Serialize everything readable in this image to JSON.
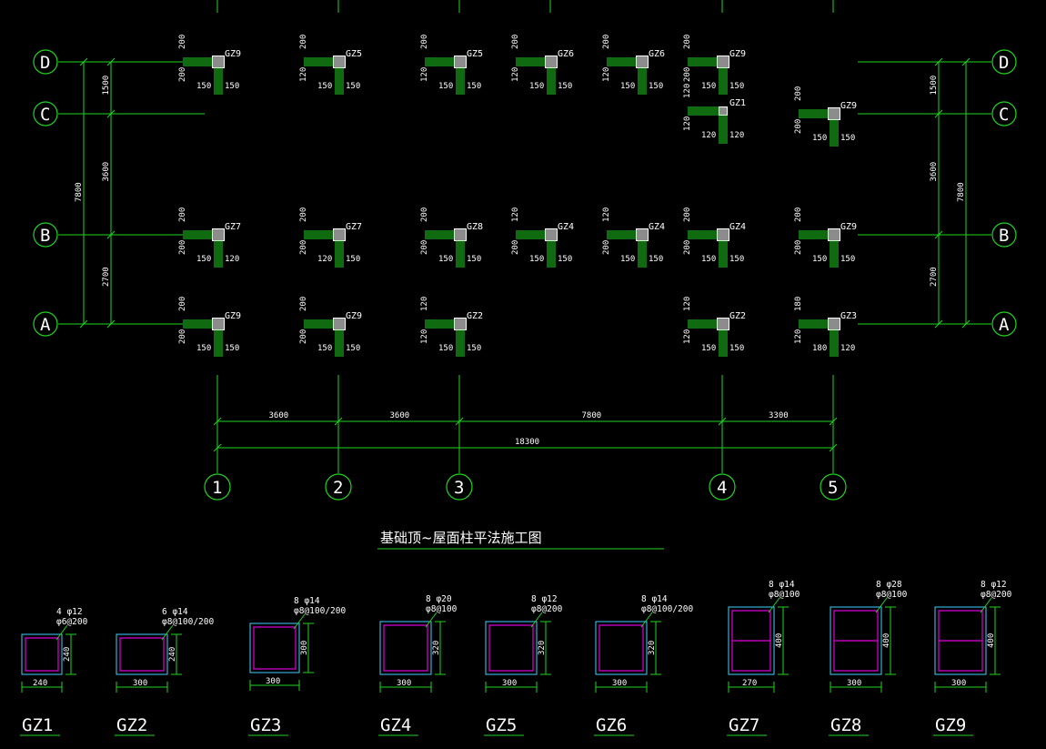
{
  "title": "基础顶~屋面柱平法施工图",
  "colors": {
    "grid": "#1fd41f",
    "column": "#8c8c8c",
    "text": "#ffffff",
    "section_outline": "#3fd0ff",
    "rebar": "#e000e0"
  },
  "axes_rows": [
    "D",
    "C",
    "B",
    "A"
  ],
  "axes_cols": [
    "1",
    "2",
    "3",
    "4",
    "5"
  ],
  "row_dims_left": [
    "1500",
    "3600",
    "2700"
  ],
  "row_total_left": "7800",
  "row_dims_right": [
    "1500",
    "3600",
    "2700"
  ],
  "row_total_right": "7800",
  "col_dims": [
    "3600",
    "3600",
    "7800",
    "3300"
  ],
  "col_total": "18300",
  "columns": [
    {
      "label": "GZ9",
      "d1": "200",
      "d2": "200",
      "b1": "150",
      "b2": "150"
    },
    {
      "label": "GZ5",
      "d1": "200",
      "d2": "120",
      "b1": "150",
      "b2": "150"
    },
    {
      "label": "GZ5",
      "d1": "200",
      "d2": "120",
      "b1": "150",
      "b2": "150"
    },
    {
      "label": "GZ6",
      "d1": "200",
      "d2": "120",
      "b1": "150",
      "b2": "150"
    },
    {
      "label": "GZ6",
      "d1": "200",
      "d2": "120",
      "b1": "150",
      "b2": "150"
    },
    {
      "label": "GZ9",
      "d1": "200",
      "d2": "200",
      "b1": "150",
      "b2": "150"
    },
    {
      "label": "GZ1",
      "d1": "120",
      "d2": "120",
      "b1": "120",
      "b2": "120"
    },
    {
      "label": "GZ9",
      "d1": "200",
      "d2": "200",
      "b1": "150",
      "b2": "150"
    },
    {
      "label": "GZ7",
      "d1": "200",
      "d2": "200",
      "b1": "150",
      "b2": "120"
    },
    {
      "label": "GZ7",
      "d1": "200",
      "d2": "200",
      "b1": "120",
      "b2": "150"
    },
    {
      "label": "GZ8",
      "d1": "200",
      "d2": "200",
      "b1": "150",
      "b2": "150"
    },
    {
      "label": "GZ4",
      "d1": "120",
      "d2": "200",
      "b1": "150",
      "b2": "150"
    },
    {
      "label": "GZ4",
      "d1": "120",
      "d2": "200",
      "b1": "150",
      "b2": "150"
    },
    {
      "label": "GZ4",
      "d1": "200",
      "d2": "200",
      "b1": "150",
      "b2": "150"
    },
    {
      "label": "GZ9",
      "d1": "200",
      "d2": "200",
      "b1": "150",
      "b2": "150"
    },
    {
      "label": "GZ9",
      "d1": "200",
      "d2": "200",
      "b1": "150",
      "b2": "150"
    },
    {
      "label": "GZ9",
      "d1": "200",
      "d2": "200",
      "b1": "150",
      "b2": "150"
    },
    {
      "label": "GZ2",
      "d1": "120",
      "d2": "120",
      "b1": "150",
      "b2": "150"
    },
    {
      "label": "GZ2",
      "d1": "120",
      "d2": "120",
      "b1": "150",
      "b2": "150"
    },
    {
      "label": "GZ3",
      "d1": "180",
      "d2": "120",
      "b1": "180",
      "b2": "120"
    }
  ],
  "sections": [
    {
      "name": "GZ1",
      "rebar1": "4 φ12",
      "rebar2": "φ6@200",
      "width": "240",
      "height": "240"
    },
    {
      "name": "GZ2",
      "rebar1": "6 φ14",
      "rebar2": "φ8@100/200",
      "width": "300",
      "height": "240"
    },
    {
      "name": "GZ3",
      "rebar1": "8 φ14",
      "rebar2": "φ8@100/200",
      "width": "300",
      "height": "300"
    },
    {
      "name": "GZ4",
      "rebar1": "8 φ20",
      "rebar2": "φ8@100",
      "width": "300",
      "height": "320"
    },
    {
      "name": "GZ5",
      "rebar1": "8 φ12",
      "rebar2": "φ8@200",
      "width": "300",
      "height": "320"
    },
    {
      "name": "GZ6",
      "rebar1": "8 φ14",
      "rebar2": "φ8@100/200",
      "width": "300",
      "height": "320"
    },
    {
      "name": "GZ7",
      "rebar1": "8 φ14",
      "rebar2": "φ8@100",
      "width": "270",
      "height": "400"
    },
    {
      "name": "GZ8",
      "rebar1": "8 φ28",
      "rebar2": "φ8@100",
      "width": "300",
      "height": "400"
    },
    {
      "name": "GZ9",
      "rebar1": "8 φ12",
      "rebar2": "φ8@200",
      "width": "300",
      "height": "400"
    }
  ]
}
